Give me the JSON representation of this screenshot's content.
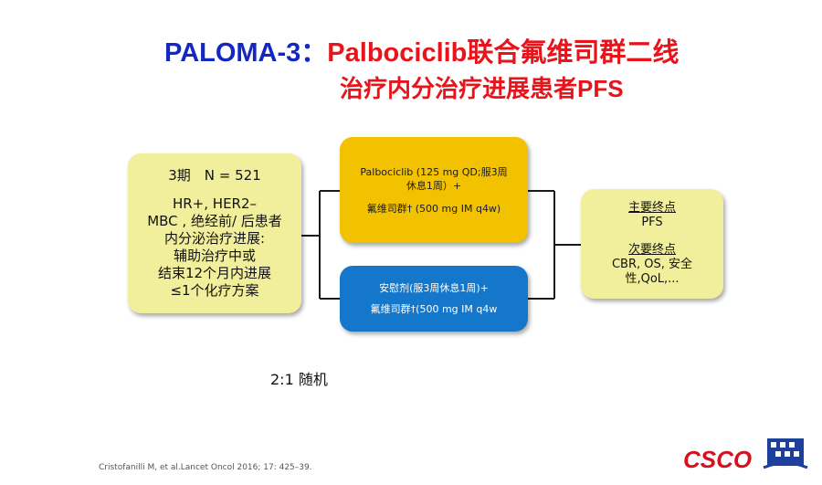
{
  "title": {
    "prefix": "PALOMA-3：",
    "line1": "Palbociclib联合氟维司群二线",
    "line2": "治疗内分治疗进展患者PFS"
  },
  "population": {
    "phase_n": "3期　N = 521",
    "lines": [
      "HR+, HER2–",
      "MBC , 绝经前/ 后患者",
      "内分泌治疗进展:",
      "辅助治疗中或",
      "结束12个月内进展",
      "≤1个化疗方案"
    ]
  },
  "arm_palbociclib": {
    "line1": "Palbociclib (125 mg QD;服3周",
    "line2": "休息1周）+",
    "line3": "氟维司群† (500 mg IM q4w)"
  },
  "arm_placebo": {
    "line1": "安慰剂(服3周休息1周)+",
    "line2": "氟维司群†(500 mg IM q4w"
  },
  "endpoints": {
    "primary_label": "主要终点",
    "primary_value": "PFS",
    "secondary_label": "次要终点",
    "secondary_line1": "CBR, OS, 安全",
    "secondary_line2": "性,QoL,..."
  },
  "randomization": "2:1 随机",
  "citation": "Cristofanilli M, et al.Lancet Oncol 2016; 17: 425–39.",
  "logo_text": "CSCO",
  "colors": {
    "title_blue": "#1427c0",
    "title_red": "#e8141c",
    "box_yellow_light": "#f2ef9c",
    "box_gold": "#f2c200",
    "box_blue": "#1577c9",
    "logo_red": "#d6101e",
    "logo_blue": "#1e3f9a"
  }
}
